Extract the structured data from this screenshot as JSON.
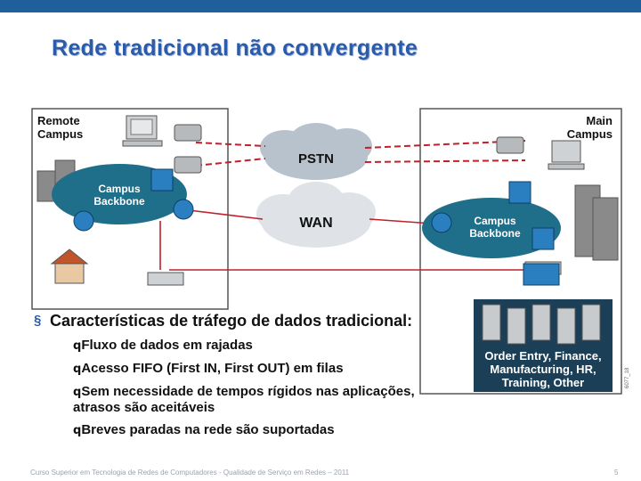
{
  "header": {
    "title": "Rede tradicional não convergente"
  },
  "diagram": {
    "remote_campus": "Remote\nCampus",
    "main_campus": "Main\nCampus",
    "pstn": "PSTN",
    "wan": "WAN",
    "campus_backbone_left": "Campus\nBackbone",
    "campus_backbone_right": "Campus\nBackbone",
    "servers_caption": "Order Entry, Finance,\nManufacturing, HR,\nTraining, Other",
    "figure_code": "6077_18",
    "colors": {
      "pstn_cloud": "#b8c2cc",
      "backbone": "#1f6e8a",
      "panel": "#1b3f56",
      "link_red": "#c0202a"
    }
  },
  "content": {
    "bullet_marker": "§",
    "main_bullet": "Características de tráfego de dados tradicional:",
    "sub_marker": "q",
    "sub_items": [
      "Fluxo de dados em rajadas",
      "Acesso FIFO (First IN, First OUT) em filas",
      "Sem necessidade de tempos rígidos nas aplicações, atrasos são aceitáveis",
      "Breves paradas na rede são suportadas"
    ]
  },
  "footer": {
    "text": "Curso Superior em Tecnologia de Redes de Computadores - Qualidade de Serviço em Redes – 2011",
    "page": "5"
  }
}
